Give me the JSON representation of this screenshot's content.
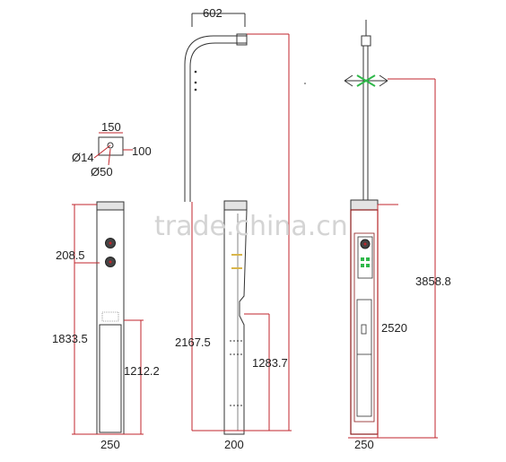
{
  "watermark": "trade.china.cn",
  "colors": {
    "dimension_line": "#c0262c",
    "outline": "#333333",
    "fill_grey": "#dddddd",
    "green_arrow": "#2fb84a",
    "watermark": "#d4d4d4"
  },
  "plate_detail": {
    "width_label": "150",
    "height_label": "100",
    "hole_label": "Ø14",
    "center_label": "Ø50"
  },
  "front_view": {
    "top_label": "208.5",
    "total_label": "1833.5",
    "lower_label": "1212.2",
    "width_label": "250"
  },
  "side_view": {
    "arm_label": "602",
    "total_label": "2167.5",
    "lower_label": "1283.7",
    "width_label": "200"
  },
  "back_view": {
    "total_label": "3858.8",
    "body_label": "2520",
    "width_label": "250"
  }
}
